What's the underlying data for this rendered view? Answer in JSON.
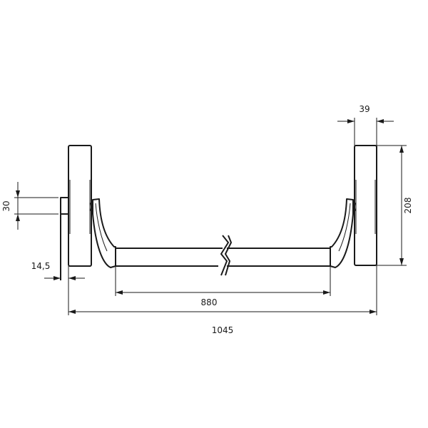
{
  "drawing": {
    "title": "Panic bar dimension drawing",
    "dimensions": {
      "spindle_height": "30",
      "spindle_offset": "14,5",
      "case_depth": "39",
      "case_height": "208",
      "bar_length": "880",
      "overall_length": "1045"
    }
  }
}
